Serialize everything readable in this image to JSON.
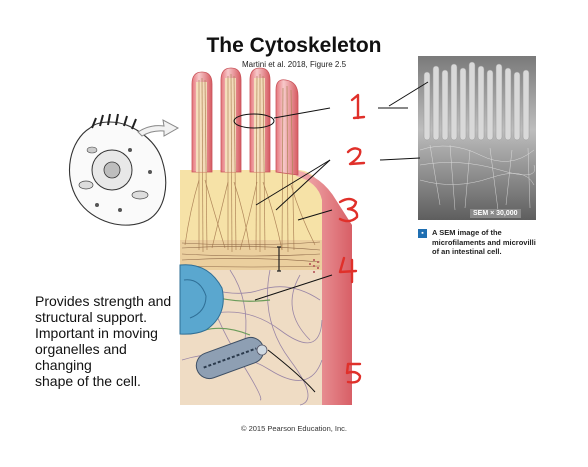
{
  "title": "The Cytoskeleton",
  "citation": "Martini et al. 2018, Figure 2.5",
  "copyright": "© 2015 Pearson Education, Inc.",
  "description_lines": [
    "Provides strength and",
    "structural support.",
    "Important in moving",
    "organelles and",
    "changing",
    "shape of the cell."
  ],
  "sem": {
    "scale": "SEM × 30,000",
    "caption_lines": [
      "A SEM image of the",
      "microfilaments and microvilli",
      "of an intestinal cell."
    ]
  },
  "handwritten_labels": [
    "1",
    "2",
    "3",
    "4",
    "5"
  ],
  "colors": {
    "annotation_red": "#e0302a",
    "cell_pink": "#e98a8e",
    "cytoplasm_yellow": "#f6e2a7",
    "nucleus_blue": "#5aa7cf"
  }
}
